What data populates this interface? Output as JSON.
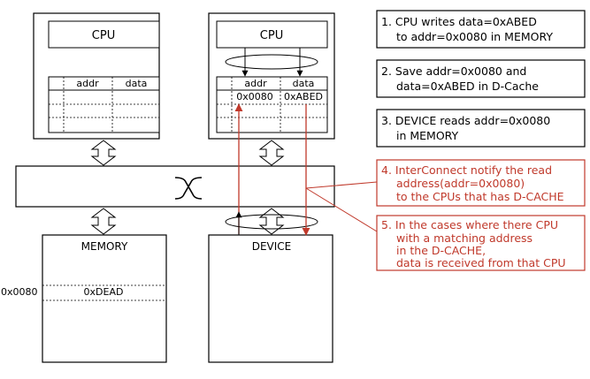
{
  "cpu1": {
    "title": "CPU",
    "cache_headers": [
      "addr",
      "data"
    ]
  },
  "cpu2": {
    "title": "CPU",
    "cache_headers": [
      "addr",
      "data"
    ],
    "cache_row": [
      "0x0080",
      "0xABED"
    ]
  },
  "memory": {
    "title": "MEMORY",
    "address_label": "0x0080",
    "value": "0xDEAD"
  },
  "device": {
    "title": "DEVICE"
  },
  "steps": [
    {
      "lines": [
        "1. CPU writes data=0xABED",
        "to addr=0x0080 in MEMORY"
      ],
      "color": "#000000"
    },
    {
      "lines": [
        "2. Save addr=0x0080 and",
        "data=0xABED in D-Cache"
      ],
      "color": "#000000"
    },
    {
      "lines": [
        "3. DEVICE reads addr=0x0080",
        "in MEMORY"
      ],
      "color": "#000000"
    },
    {
      "lines": [
        "4. InterConnect notify the read",
        "address(addr=0x0080)",
        "to the CPUs that has D-CACHE"
      ],
      "color": "#c0392b"
    },
    {
      "lines": [
        "5. In the cases where there CPU",
        "with a matching address",
        "in the D-CACHE,",
        "data is received from that CPU"
      ],
      "color": "#c0392b"
    }
  ],
  "colors": {
    "line": "#000000",
    "highlight": "#c0392b"
  }
}
